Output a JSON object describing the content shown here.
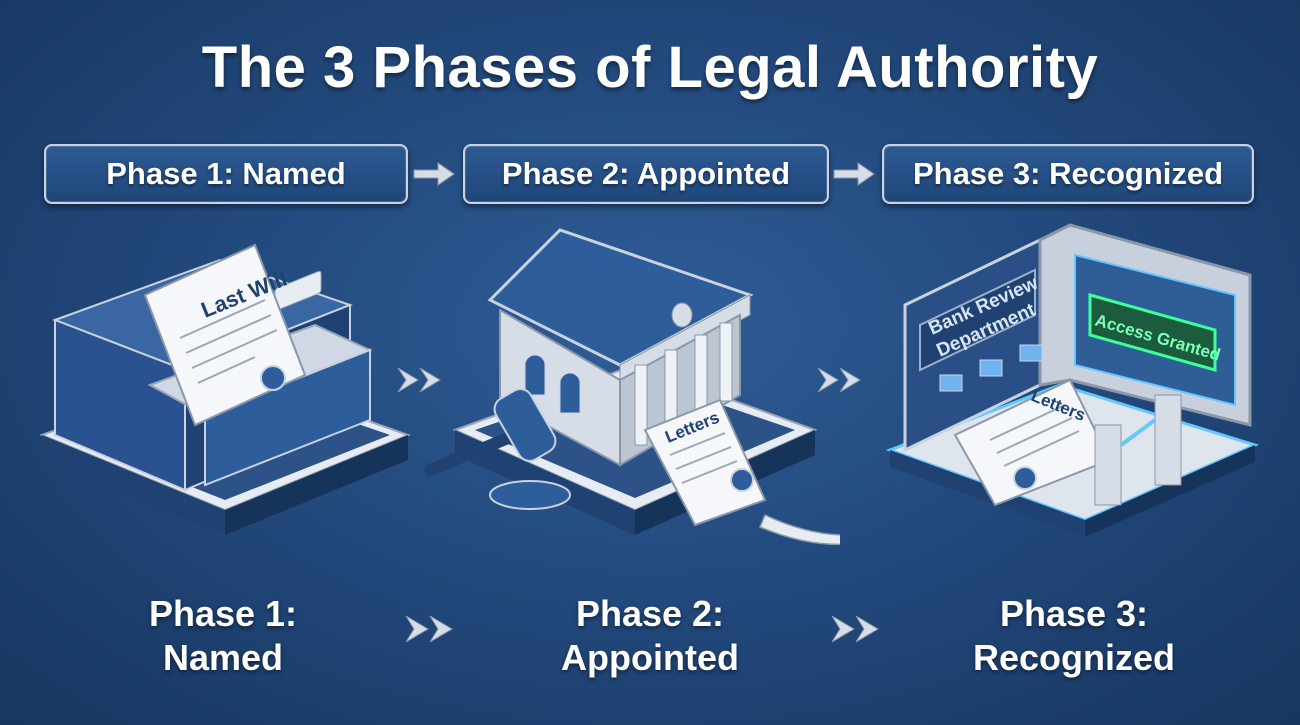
{
  "title": "The 3 Phases of Legal Authority",
  "phases": [
    {
      "header": "Phase 1: Named",
      "label_line1": "Phase 1:",
      "label_line2": "Named"
    },
    {
      "header": "Phase 2: Appointed",
      "label_line1": "Phase 2:",
      "label_line2": "Appointed"
    },
    {
      "header": "Phase 3: Recognized",
      "label_line1": "Phase 3:",
      "label_line2": "Recognized"
    }
  ],
  "scene1": {
    "document_label": "Last Will",
    "icons": [
      "file-cabinet-icon",
      "will-document-icon",
      "seal-icon"
    ]
  },
  "scene2": {
    "document_label": "Letters",
    "icons": [
      "courthouse-icon",
      "gavel-icon",
      "letters-document-icon",
      "curved-arrow-icon"
    ]
  },
  "scene3": {
    "sign_label_line1": "Bank Review",
    "sign_label_line2": "Department",
    "access_label": "Access Granted",
    "document_label": "Letters",
    "icons": [
      "bank-office-icon",
      "access-screen-icon",
      "letters-document-icon",
      "turnstile-icon"
    ]
  },
  "colors": {
    "background": "#234a7e",
    "accent": "#2e5a94",
    "access_green": "#3cff9a",
    "arrow_silver": "#d6dde6"
  }
}
